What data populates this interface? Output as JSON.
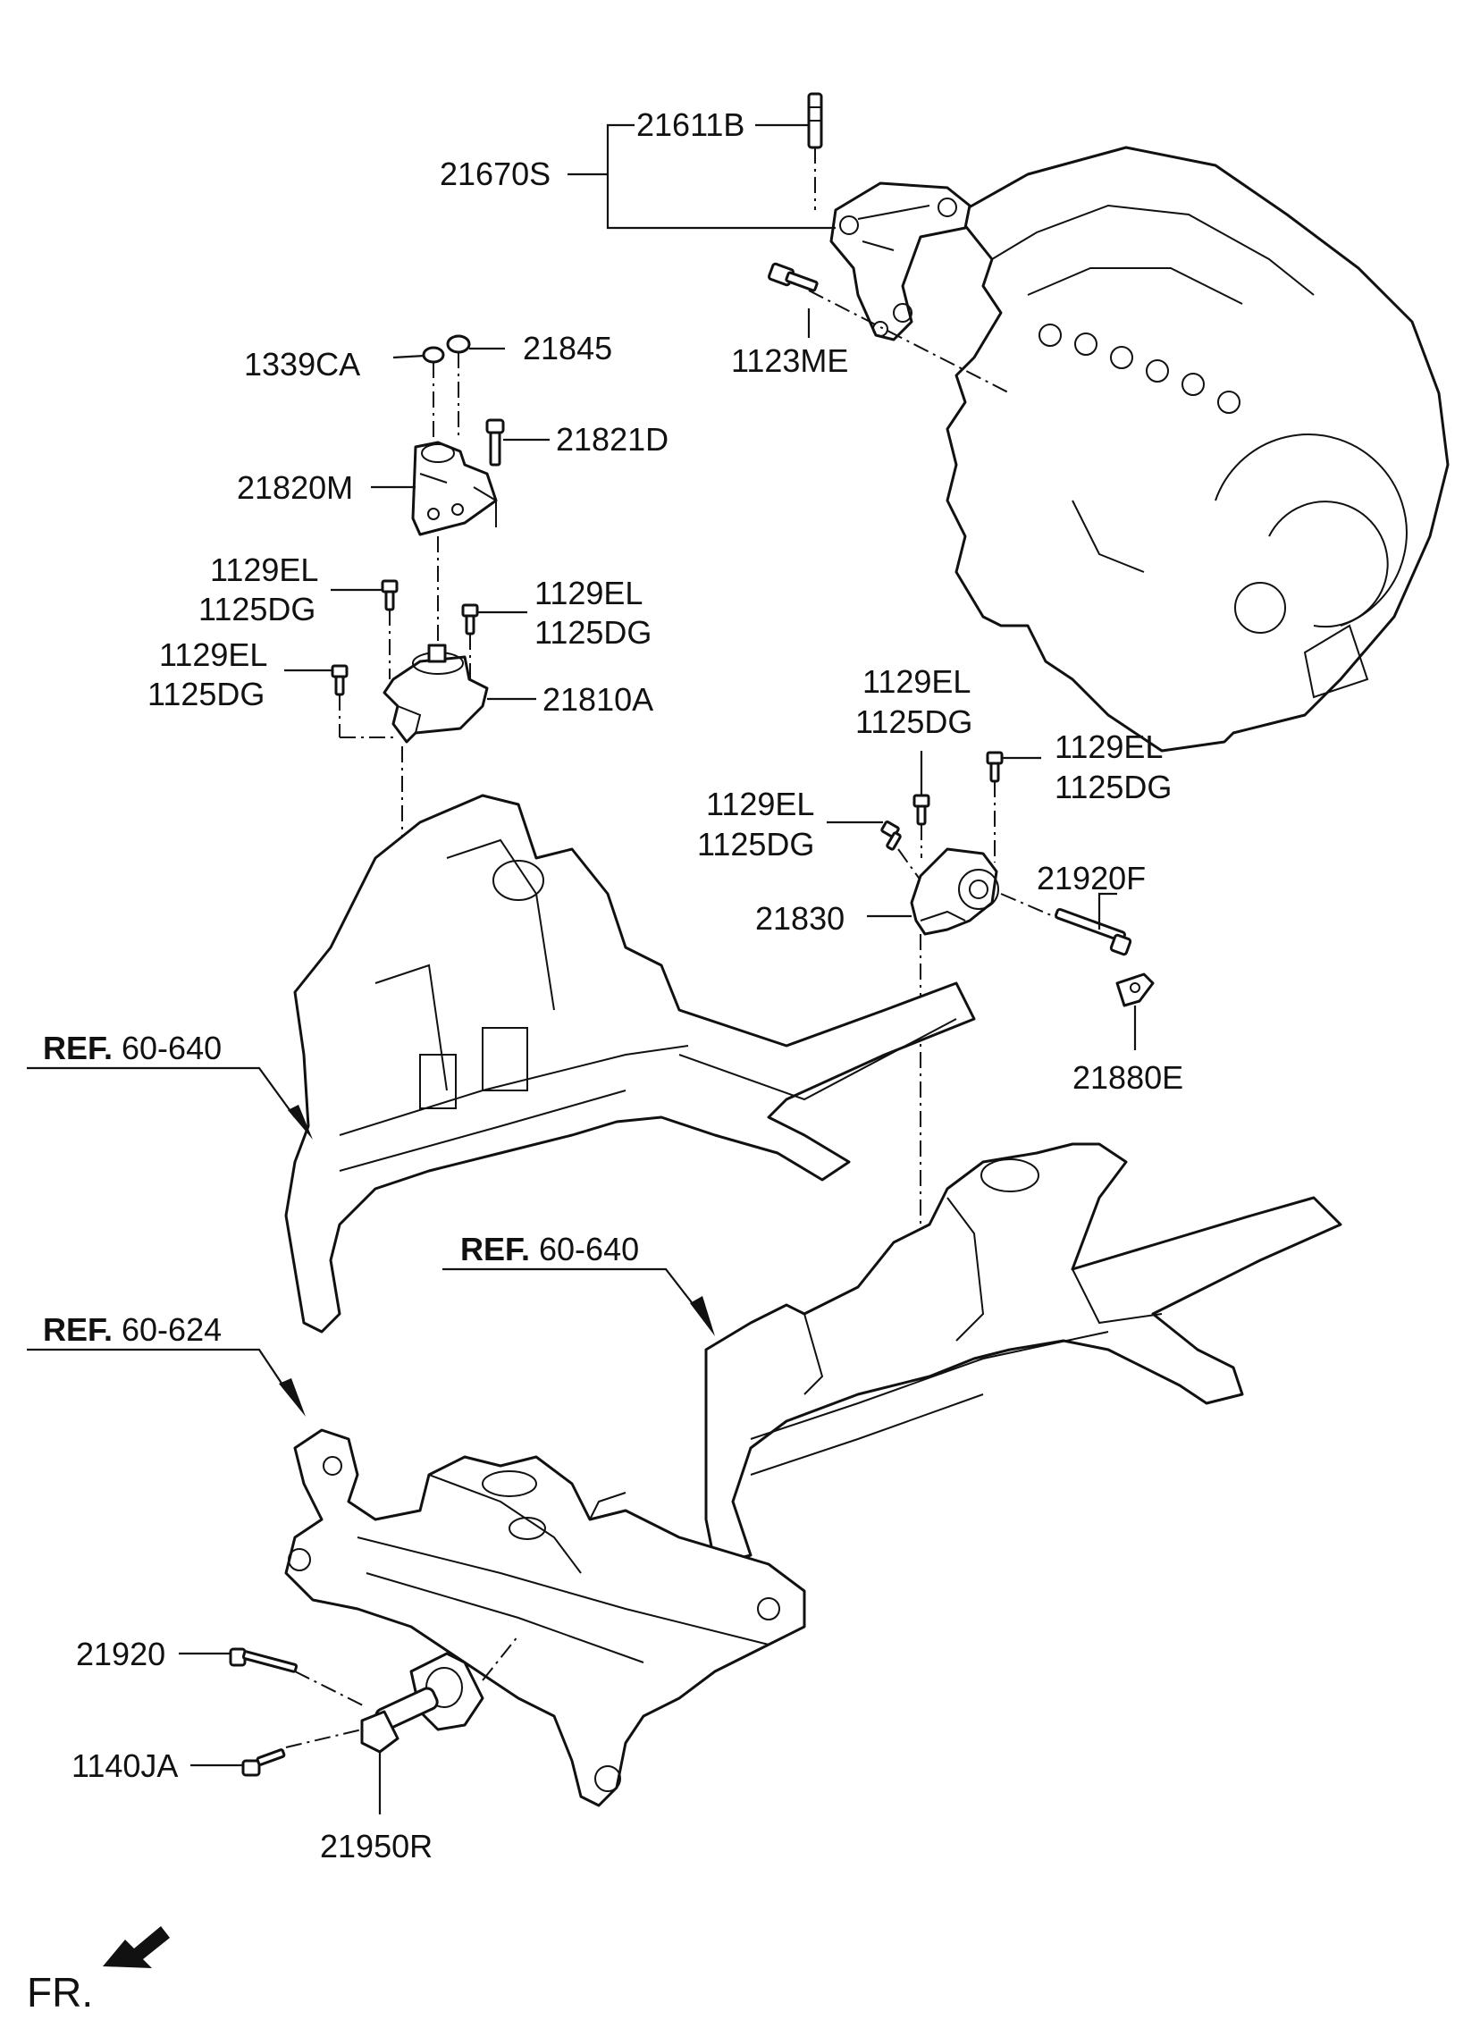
{
  "labels": {
    "p21611B": "21611B",
    "p21670S": "21670S",
    "p1123ME": "1123ME",
    "p1339CA": "1339CA",
    "p21845": "21845",
    "p21821D": "21821D",
    "p21820M": "21820M",
    "p1129EL_a": "1129EL",
    "p1125DG_a": "1125DG",
    "p1129EL_b": "1129EL",
    "p1125DG_b": "1125DG",
    "p1129EL_c": "1129EL",
    "p1125DG_c": "1125DG",
    "p21810A": "21810A",
    "p1129EL_d": "1129EL",
    "p1125DG_d": "1125DG",
    "p1129EL_e": "1129EL",
    "p1125DG_e": "1125DG",
    "p1129EL_f": "1129EL",
    "p1125DG_f": "1125DG",
    "p21920F": "21920F",
    "p21830": "21830",
    "p21880E": "21880E",
    "p21920": "21920",
    "p1140JA": "1140JA",
    "p21950R": "21950R"
  },
  "refs": {
    "ref_a": {
      "prefix": "REF.",
      "code": "60-640"
    },
    "ref_b": {
      "prefix": "REF.",
      "code": "60-640"
    },
    "ref_c": {
      "prefix": "REF.",
      "code": "60-624"
    }
  },
  "direction": {
    "label": "FR.",
    "icon": "arrow-front-icon"
  }
}
